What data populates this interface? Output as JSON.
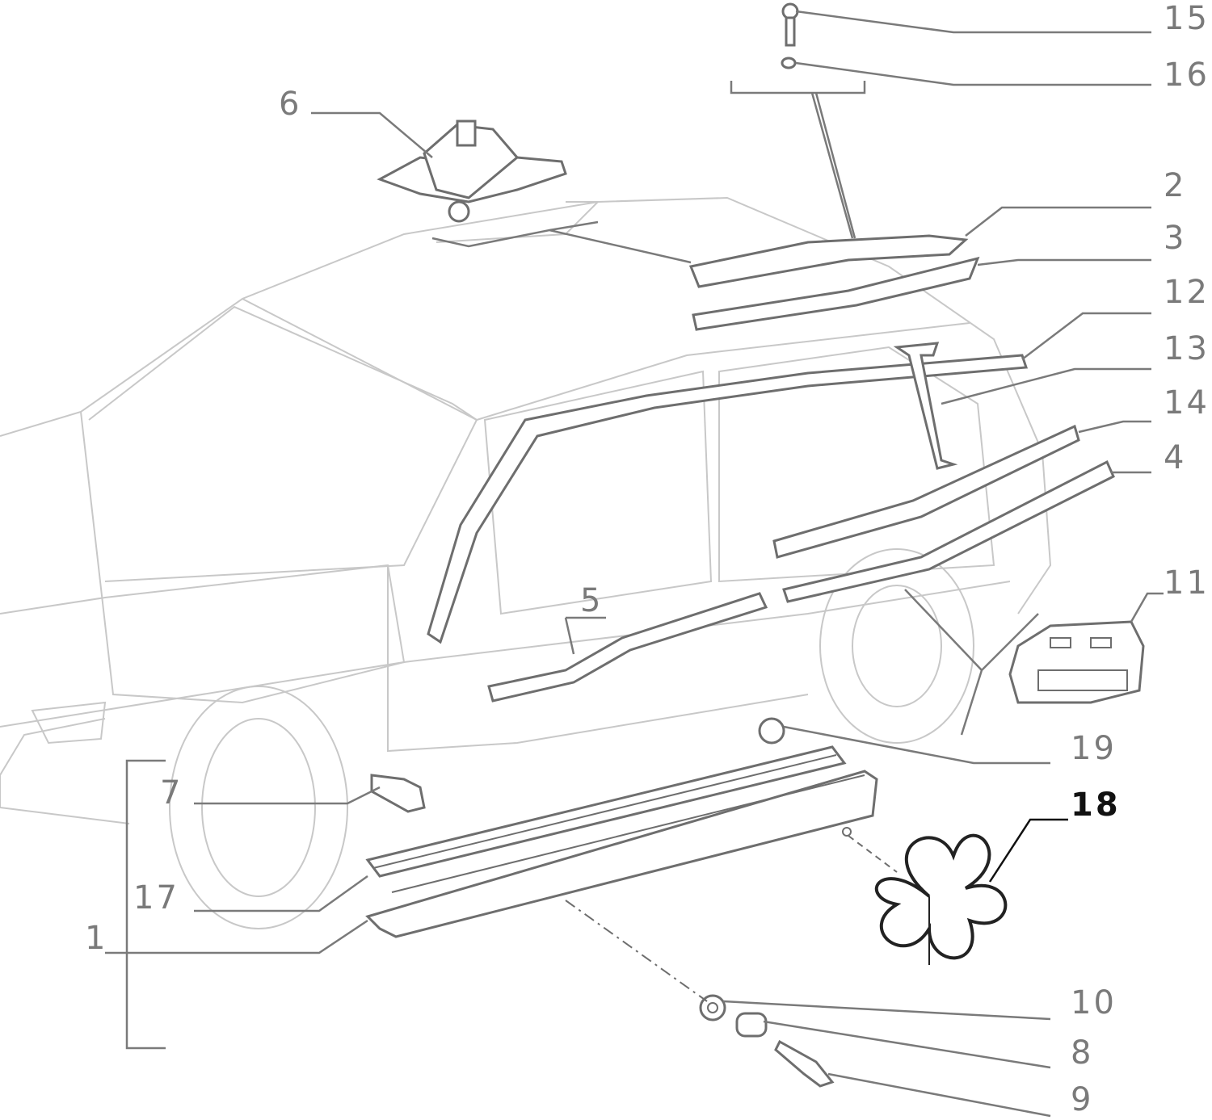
{
  "diagram": {
    "labels": {
      "l1": "1",
      "l2": "2",
      "l3": "3",
      "l4": "4",
      "l5": "5",
      "l6": "6",
      "l7": "7",
      "l8": "8",
      "l9": "9",
      "l10": "10",
      "l11": "11",
      "l12": "12",
      "l13": "13",
      "l14": "14",
      "l15": "15",
      "l16": "16",
      "l17": "17",
      "l18": "18",
      "l19": "19"
    },
    "colors": {
      "line": "#7a7a7a",
      "highlight": "#111111",
      "car_outline": "#c8c8c8"
    }
  }
}
